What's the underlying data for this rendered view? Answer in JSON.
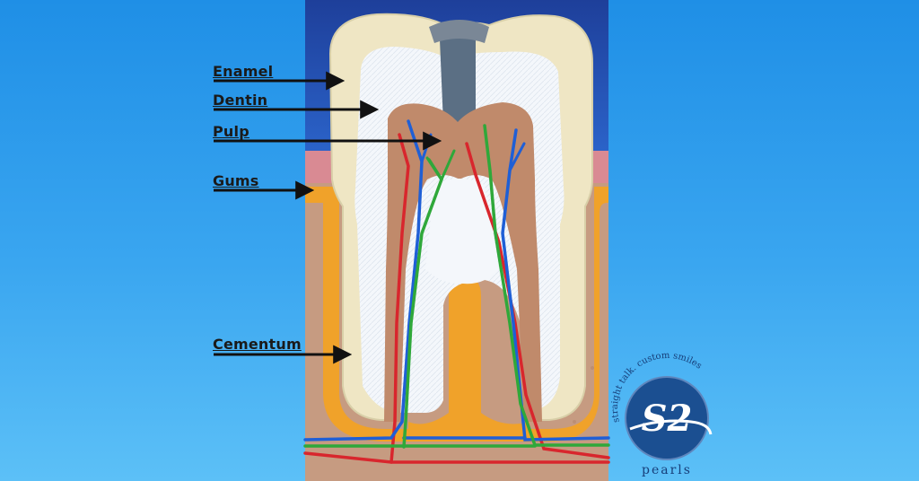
{
  "labels": {
    "enamel": "Enamel",
    "dentin": "Dentin",
    "pulp": "Pulp",
    "gums": "Gums",
    "cementum": "Cementum"
  },
  "logo": {
    "tagline": "straight talk. custom smiles",
    "monogram": "S2",
    "wordmark": "pearls"
  },
  "colors": {
    "background": "#2a9bec",
    "enamel": "#efe6c4",
    "dentin": "#f4f7fb",
    "pulp": "#c08a6b",
    "gum_pink": "#d98a93",
    "cementum": "#f0a22a",
    "bone": "#c39a80",
    "artery": "#d8262d",
    "vein": "#1f5fd6",
    "nerve": "#2fa83a",
    "logo": "#1b4f91"
  }
}
